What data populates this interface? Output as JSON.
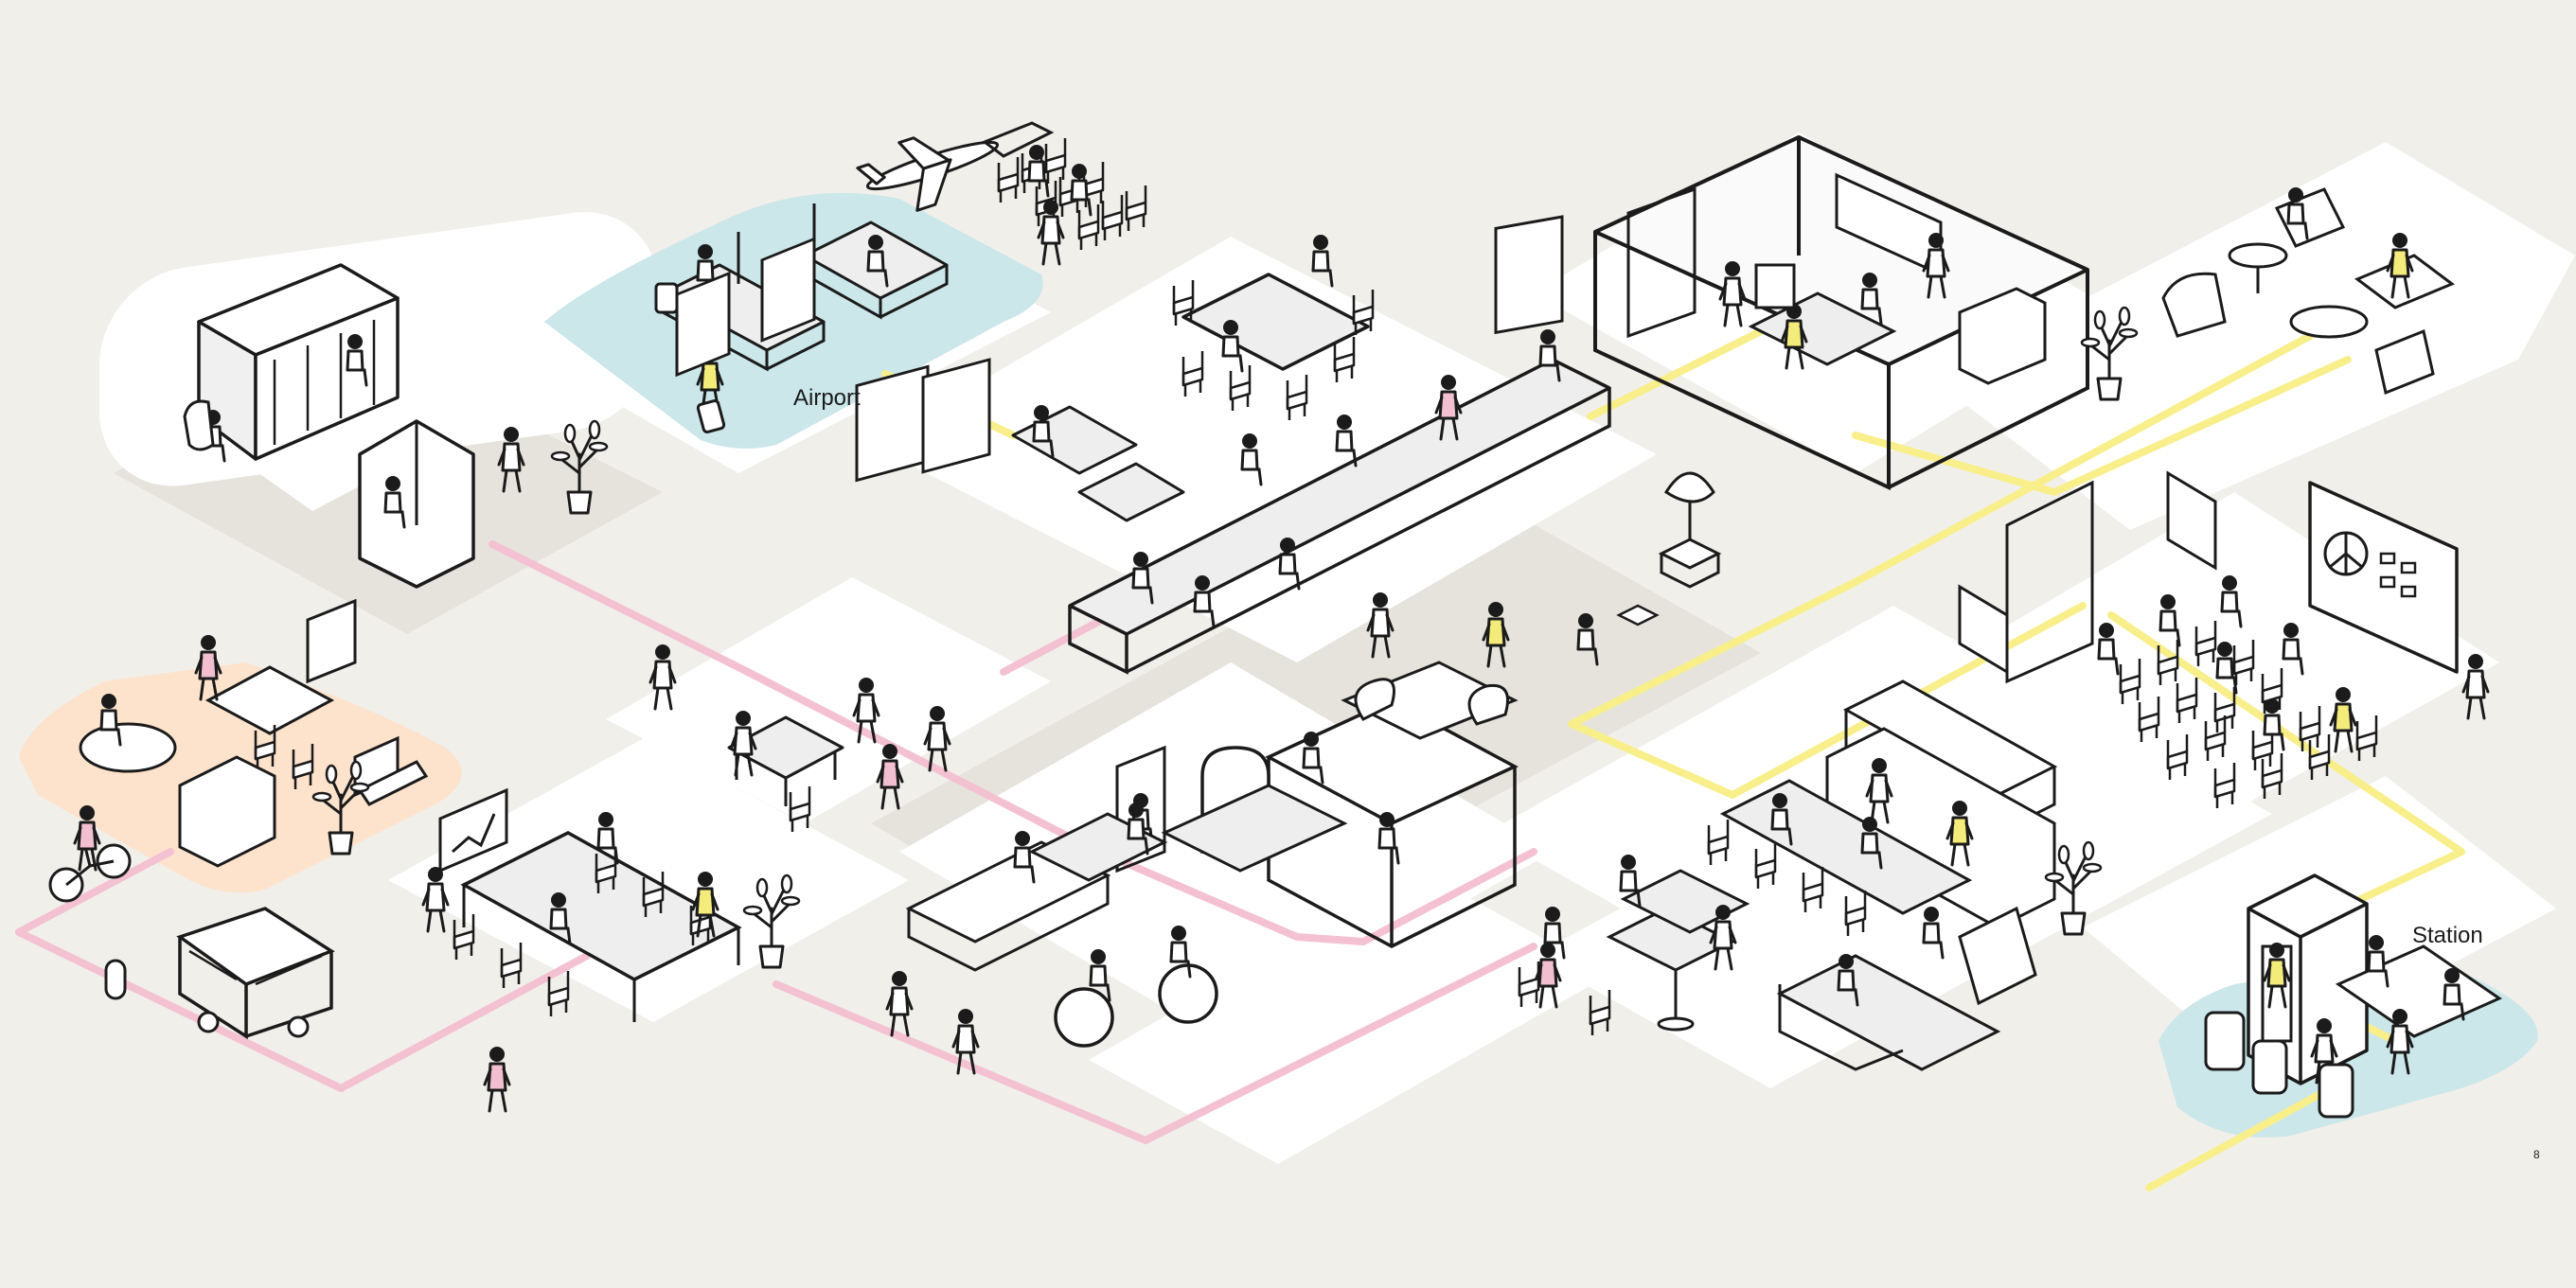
{
  "labels": {
    "airport": "Airport",
    "station": "Station",
    "page_number": "8"
  },
  "colors": {
    "background": "#f1efea",
    "platform": "#ffffff",
    "platform_shadow": "#e6e3dc",
    "airport_zone": "#cbe7ea",
    "station_zone": "#cbe7ea",
    "home_zone": "#fde2cc",
    "pink_path": "#f3c1d2",
    "yellow_path": "#f8ef8b",
    "ink": "#1b1b1b",
    "accent_pink": "#f2bfd0",
    "accent_yellow": "#f4ec7a"
  },
  "icons": [
    "airplane-icon",
    "bus-icon",
    "bicycle-icon",
    "plant-icon",
    "phone-booth-icon",
    "whiteboard-icon",
    "pie-chart-board-icon",
    "trend-chart-board-icon",
    "luggage-icon",
    "person-icon"
  ]
}
